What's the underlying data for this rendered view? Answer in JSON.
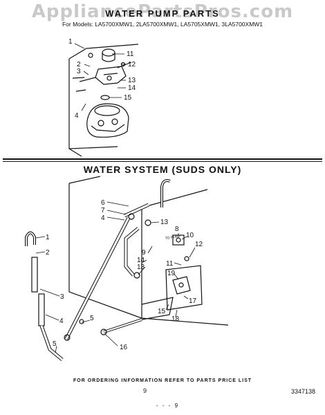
{
  "header": {
    "watermark": "AppliancePartsPros.com",
    "title": "WATER PUMP PARTS",
    "models": "For Models: LA5700XMW1, 2LA5700XMW1, LA5705XMW1, 3LA5700XMW1"
  },
  "pump_diagram": {
    "callouts": [
      "1",
      "2",
      "3",
      "4",
      "11",
      "12",
      "13",
      "14",
      "15"
    ]
  },
  "water_system": {
    "title": "WATER SYSTEM (SUDS ONLY)",
    "pump_label": "TO PUMP",
    "callouts": [
      "1",
      "2",
      "3",
      "4",
      "5",
      "6",
      "7",
      "4",
      "5",
      "16",
      "13",
      "8",
      "10",
      "9",
      "14",
      "13",
      "12",
      "11",
      "19",
      "17",
      "15",
      "18"
    ]
  },
  "footer": {
    "note": "FOR ORDERING INFORMATION REFER TO PARTS PRICE LIST",
    "page_number": "9",
    "doc_number": "3347138",
    "page_mark": "- - - 9"
  }
}
